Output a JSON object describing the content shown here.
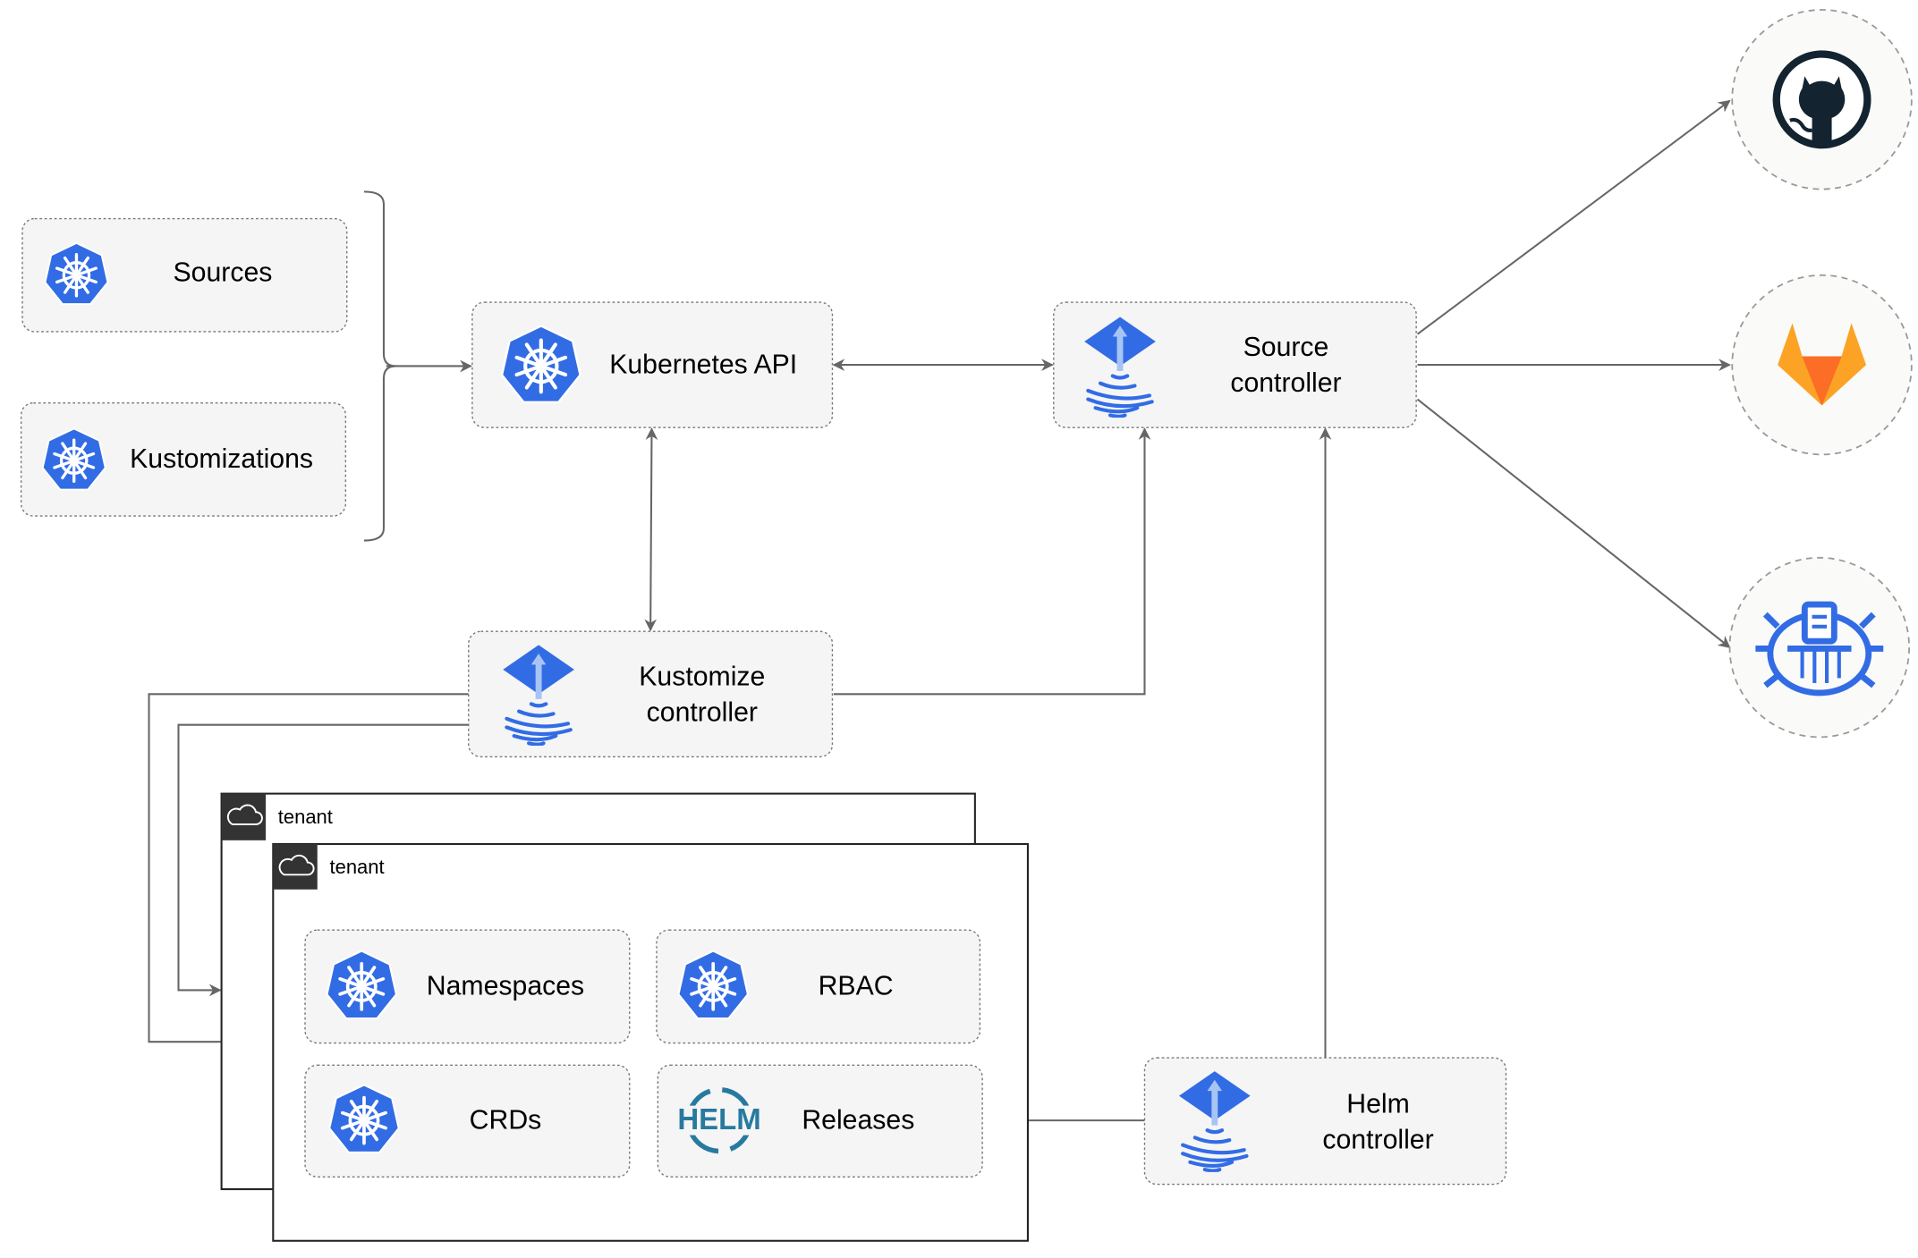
{
  "nodes": {
    "sources": "Sources",
    "kustomizations": "Kustomizations",
    "kubernetes_api": "Kubernetes API",
    "source_controller": [
      "Source",
      "controller"
    ],
    "kustomize_controller": [
      "Kustomize",
      "controller"
    ],
    "helm_controller": [
      "Helm",
      "controller"
    ],
    "namespaces": "Namespaces",
    "rbac": "RBAC",
    "crds": "CRDs",
    "releases": "Releases"
  },
  "tenants": [
    "tenant",
    "tenant"
  ],
  "helm_logo_text": "HELM",
  "external_sources": [
    "github-icon",
    "gitlab-icon",
    "bucket-icon"
  ],
  "colors": {
    "k8s_blue": "#326CE5",
    "github": "#13232F",
    "gitlab_orange": "#E24329",
    "gitlab_light": "#FCA326",
    "helm": "#277A9F",
    "line": "#666666"
  }
}
